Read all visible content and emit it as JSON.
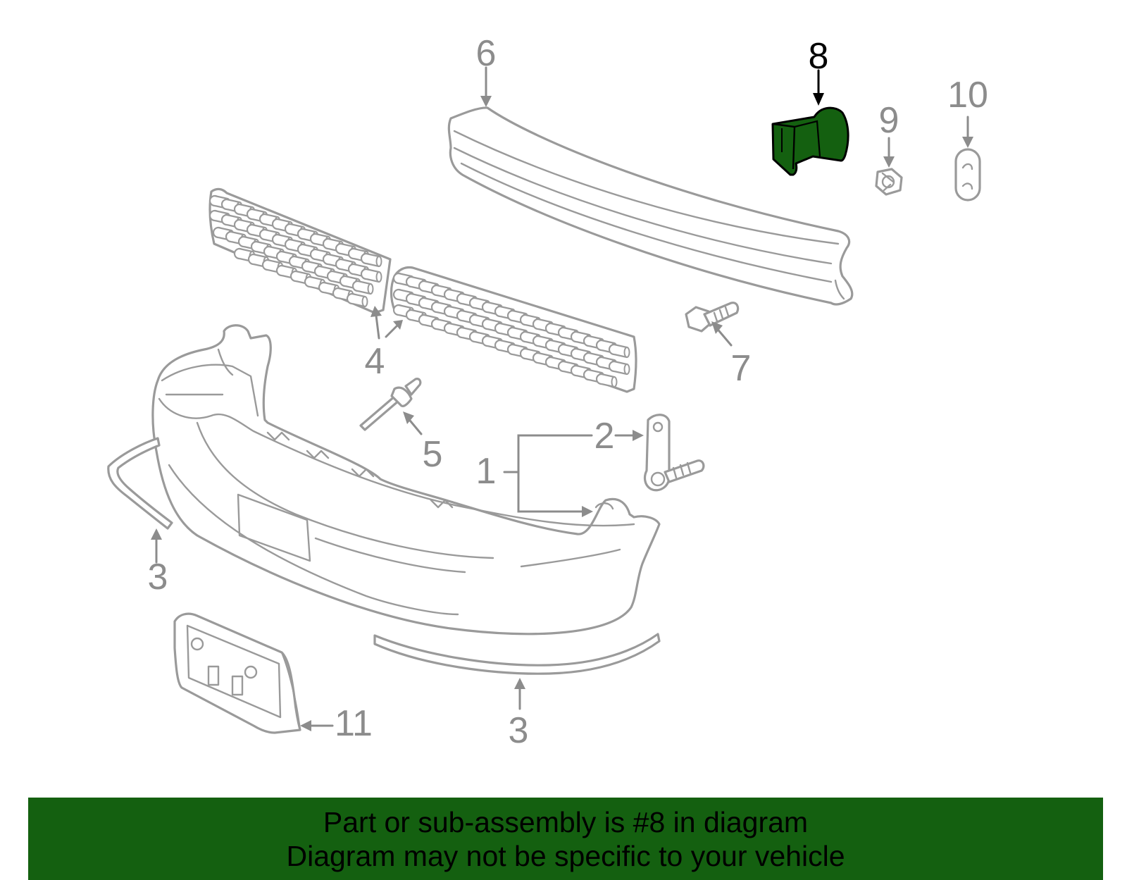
{
  "diagram": {
    "highlight_color": "#146010",
    "highlighted_part": "8",
    "callouts": [
      {
        "id": "p1",
        "label": "1"
      },
      {
        "id": "p2",
        "label": "2"
      },
      {
        "id": "p3a",
        "label": "3"
      },
      {
        "id": "p3b",
        "label": "3"
      },
      {
        "id": "p4",
        "label": "4"
      },
      {
        "id": "p5",
        "label": "5"
      },
      {
        "id": "p6",
        "label": "6"
      },
      {
        "id": "p7",
        "label": "7"
      },
      {
        "id": "p8",
        "label": "8"
      },
      {
        "id": "p9",
        "label": "9"
      },
      {
        "id": "p10",
        "label": "10"
      },
      {
        "id": "p11",
        "label": "11"
      }
    ]
  },
  "footer": {
    "line1": "Part or sub-assembly is #8 in diagram",
    "line2": "Diagram may not be specific to your vehicle",
    "background": "#146010"
  }
}
